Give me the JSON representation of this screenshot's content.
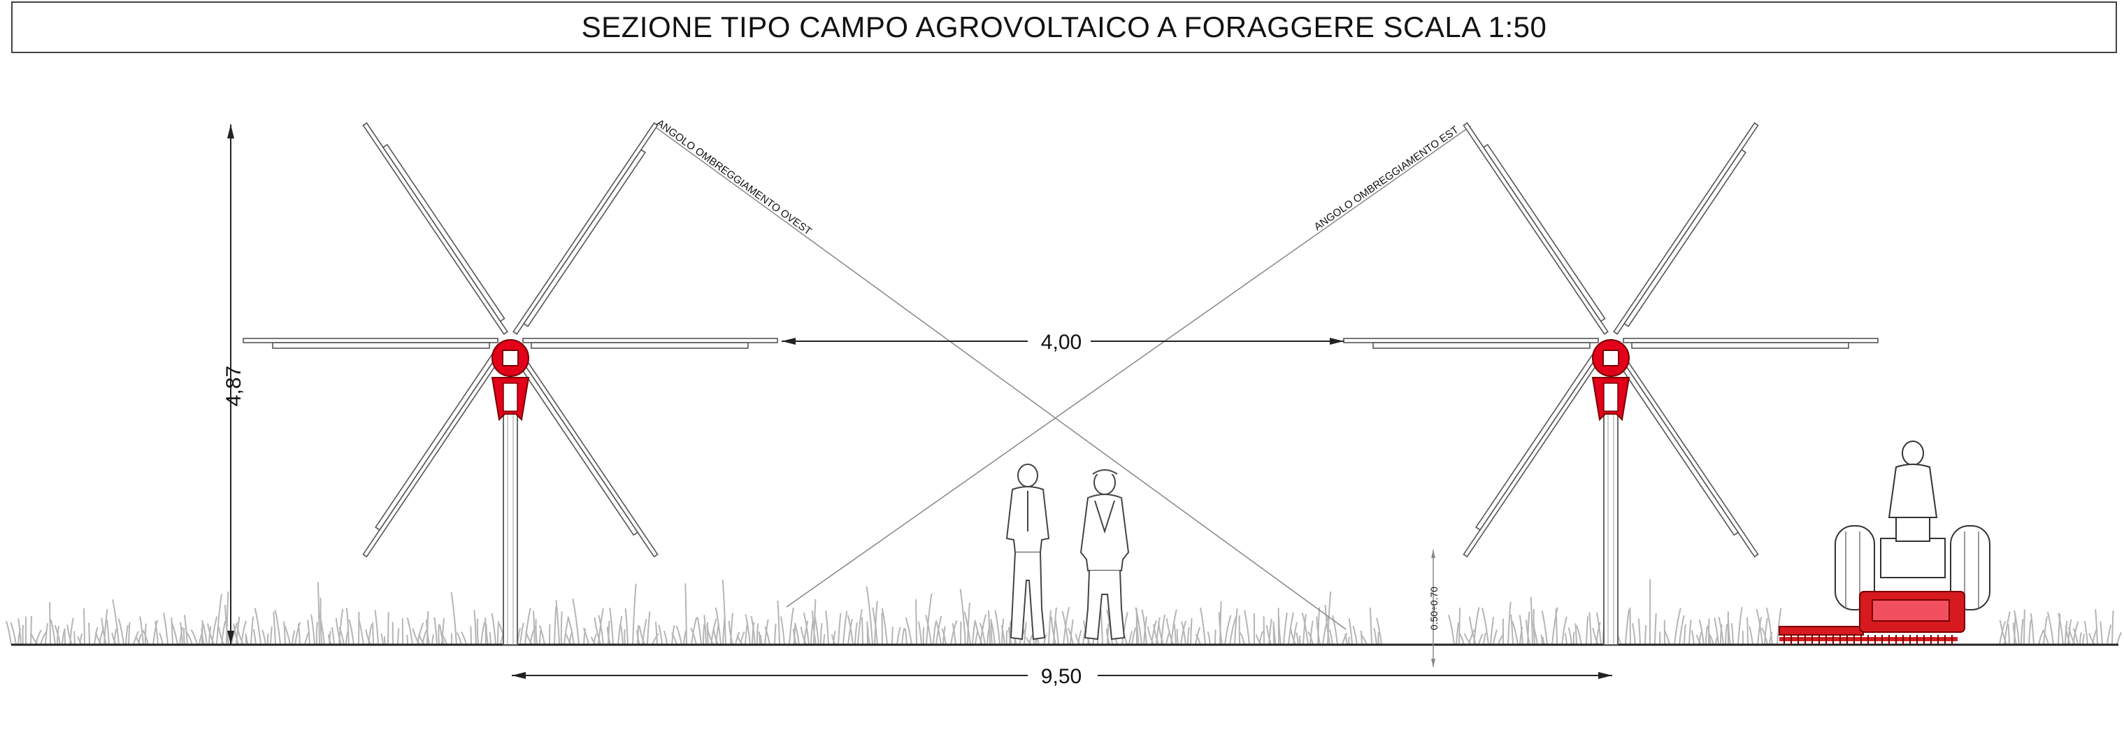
{
  "title": "SEZIONE TIPO CAMPO AGROVOLTAICO A FORAGGERE SCALA 1:50",
  "dimensions": {
    "height_total": "4,87",
    "row_pitch": "9,50",
    "panel_gap": "4,00",
    "clearance": "0.50÷0.70"
  },
  "annotations": {
    "west_shading": "ANGOLO OMBREGGIAMENTO OVEST",
    "east_shading": "ANGOLO OMBREGGIAMENTO EST"
  },
  "colors": {
    "line": "#333333",
    "vegetation": "#b5b5b5",
    "tracker_red": "#e3001b",
    "machinery_red": "#d71920"
  }
}
